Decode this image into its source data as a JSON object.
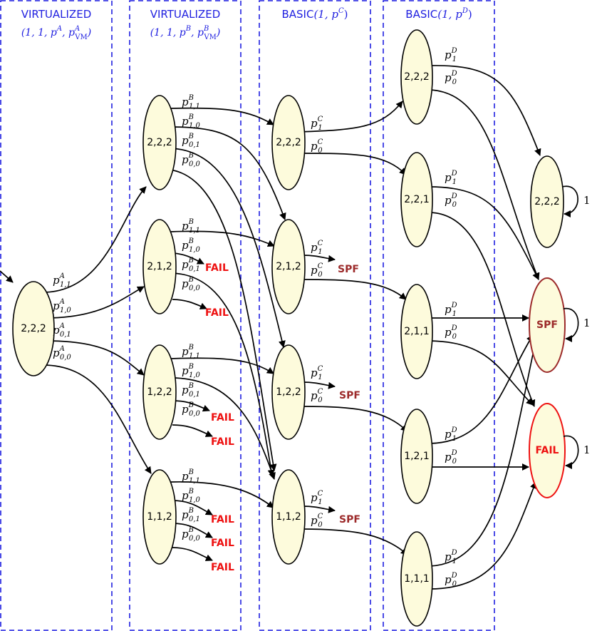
{
  "columns": [
    {
      "title": "VIRTUALIZED",
      "subtitle": "(1, 1, p^A, p^A_VM)"
    },
    {
      "title": "VIRTUALIZED",
      "subtitle": "(1, 1, p^B, p^B_VM)"
    },
    {
      "title": "BASIC(1, p^C)",
      "subtitle": ""
    },
    {
      "title": "BASIC(1, p^D)",
      "subtitle": ""
    }
  ],
  "states": {
    "a_222": "2,2,2",
    "b_222": "2,2,2",
    "b_212": "2,1,2",
    "b_122": "1,2,2",
    "b_112": "1,1,2",
    "c_222": "2,2,2",
    "c_212": "2,1,2",
    "c_122": "1,2,2",
    "c_112": "1,1,2",
    "d_222": "2,2,2",
    "d_221": "2,2,1",
    "d_211": "2,1,1",
    "d_121": "1,2,1",
    "d_111": "1,1,1",
    "e_222": "2,2,2"
  },
  "sinks": {
    "spf": "SPF",
    "fail": "FAIL"
  },
  "outcomes": {
    "fail": "FAIL",
    "spf": "SPF"
  },
  "loop_label": "1",
  "prob_labels": {
    "a": [
      {
        "base": "p",
        "sup": "A",
        "sub": "1,1"
      },
      {
        "base": "p",
        "sup": "A",
        "sub": "1,0"
      },
      {
        "base": "p",
        "sup": "A",
        "sub": "0,1"
      },
      {
        "base": "p",
        "sup": "A",
        "sub": "0,0"
      }
    ],
    "b": [
      {
        "base": "p",
        "sup": "B",
        "sub": "1,1"
      },
      {
        "base": "p",
        "sup": "B",
        "sub": "1,0"
      },
      {
        "base": "p",
        "sup": "B",
        "sub": "0,1"
      },
      {
        "base": "p",
        "sup": "B",
        "sub": "0,0"
      }
    ],
    "c": [
      {
        "base": "p",
        "sup": "C",
        "sub": "1"
      },
      {
        "base": "p",
        "sup": "C",
        "sub": "0"
      }
    ],
    "d": [
      {
        "base": "p",
        "sup": "D",
        "sub": "1"
      },
      {
        "base": "p",
        "sup": "D",
        "sub": "0"
      }
    ]
  }
}
